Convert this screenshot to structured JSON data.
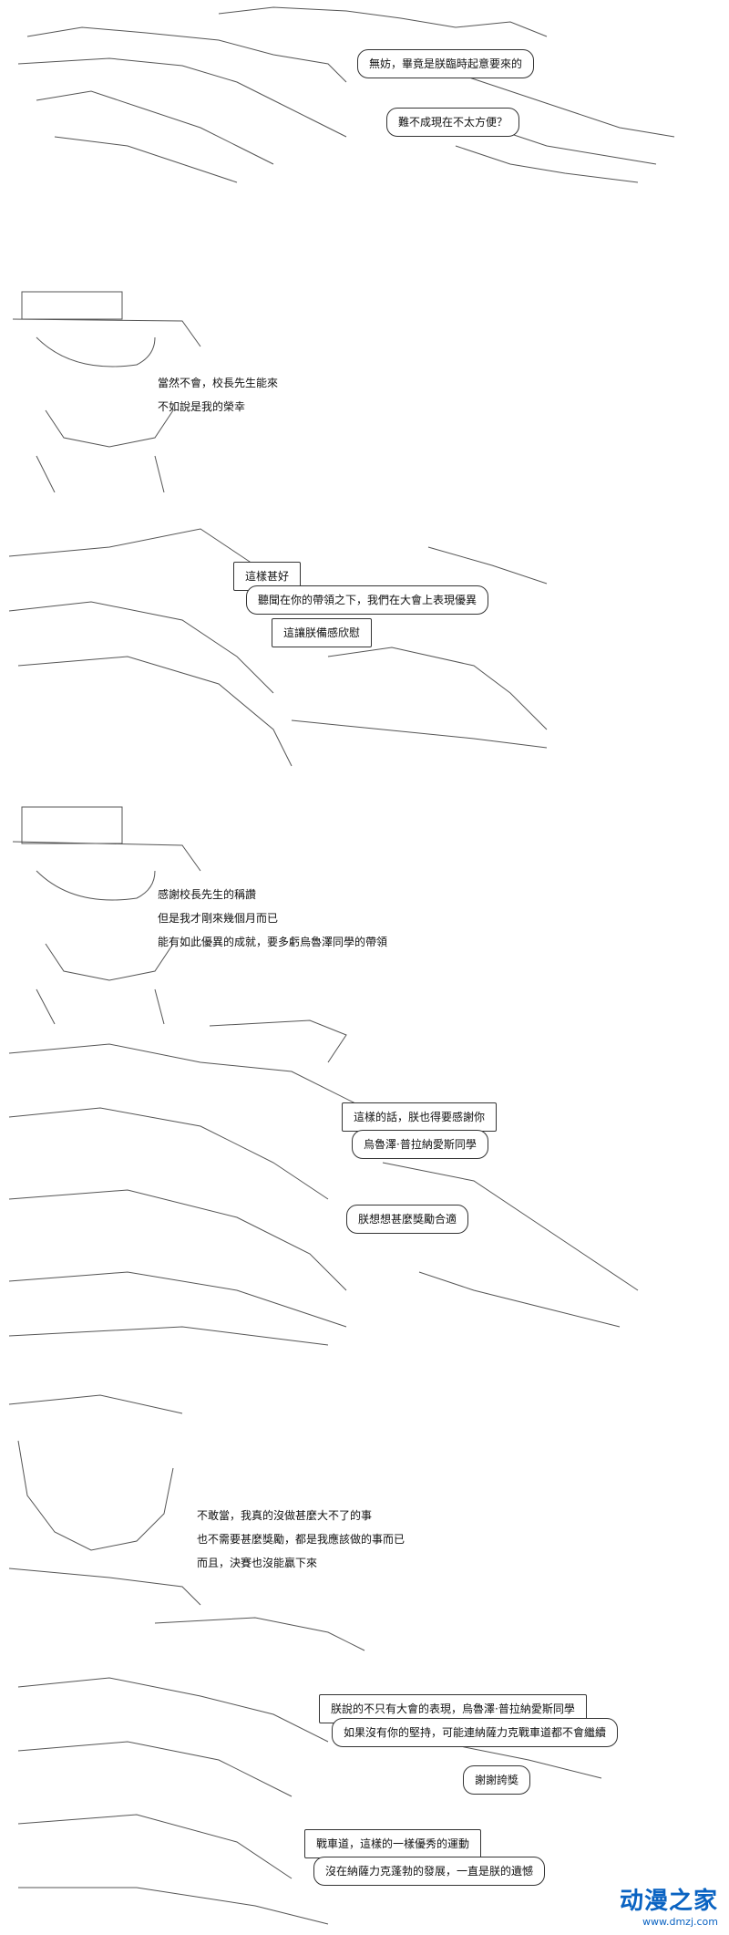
{
  "panels": [
    {
      "bubbles": [
        "無妨，畢竟是朕臨時起意要來的",
        "難不成現在不太方便？"
      ]
    },
    {
      "lines": [
        "當然不會，校長先生能來",
        "不如說是我的榮幸"
      ]
    },
    {
      "bubbles": [
        "這樣甚好",
        "聽聞在你的帶領之下，我們在大會上表現優異",
        "這讓朕備感欣慰"
      ]
    },
    {
      "lines": [
        "感謝校長先生的稱讚",
        "但是我才剛來幾個月而已",
        "能有如此優異的成就，要多虧烏魯澤同學的帶領"
      ]
    },
    {
      "bubbles": [
        "這樣的話，朕也得要感謝你",
        "烏魯澤·普拉納愛斯同學",
        "朕想想甚麼獎勵合適"
      ]
    },
    {
      "lines": [
        "不敢當，我真的沒做甚麼大不了的事",
        "也不需要甚麼獎勵，都是我應該做的事而已",
        "而且，決賽也沒能贏下來"
      ]
    },
    {
      "bubbles": [
        "朕說的不只有大會的表現，烏魯澤·普拉納愛斯同學",
        "如果沒有你的堅持，可能連納薩力克戰車道都不會繼續",
        "謝謝誇獎",
        "戰車道，這樣的一樣優秀的運動",
        "沒在納薩力克蓬勃的發展，一直是朕的遺憾"
      ]
    }
  ],
  "watermark": {
    "name": "动漫之家",
    "url": "www.dmzj.com"
  }
}
